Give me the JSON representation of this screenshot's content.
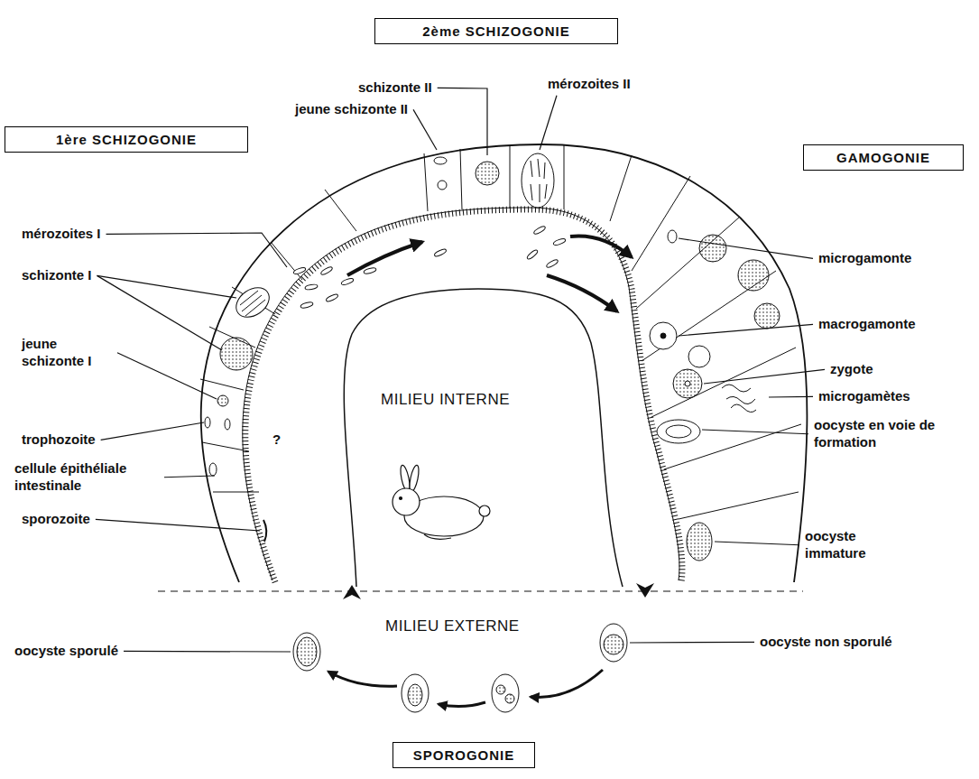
{
  "diagram": {
    "nodes": [
      {
        "text": [
          "2ème SCHIZOGONIE"
        ]
      },
      {
        "text": [
          "1ère SCHIZOGONIE"
        ]
      },
      {
        "text": [
          "GAMOGONIE"
        ]
      },
      {
        "text": [
          "SPOROGONIE"
        ]
      }
    ],
    "labels": [
      "schizonte II",
      "jeune schizonte II",
      "mérozoites II",
      "mérozoites I",
      "schizonte I",
      "jeune schizonte I",
      "trophozoite",
      "cellule épithéliale intestinale",
      "sporozoite",
      "?",
      "MILIEU INTERNE",
      "MILIEU EXTERNE",
      "microgamonte",
      "macrogamonte",
      "zygote",
      "microgamètes",
      "oocyste en voie de formation",
      "oocyste immature",
      "oocyste sporulé",
      "oocyste non sporulé"
    ]
  }
}
